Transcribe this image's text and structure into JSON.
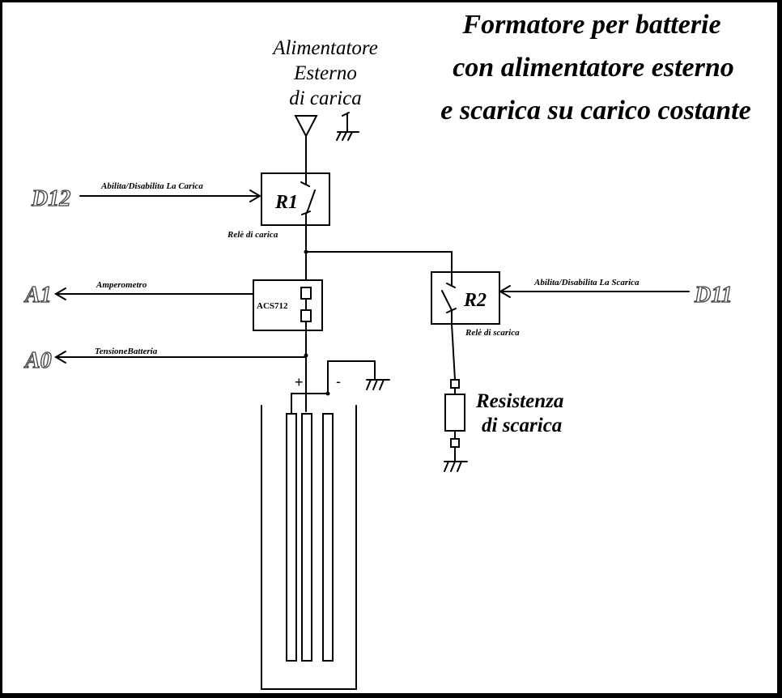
{
  "title": {
    "line1": "Formatore per batterie",
    "line2": "con alimentatore esterno",
    "line3": "e scarica su carico costante"
  },
  "supply": {
    "line1": "Alimentatore",
    "line2": "Esterno",
    "line3": "di carica"
  },
  "relay1": {
    "name": "R1",
    "caption": "Relè di carica",
    "pin": "D12",
    "signal": "Abilita/Disabilita La Carica"
  },
  "relay2": {
    "name": "R2",
    "caption": "Relè di scarica",
    "pin": "D11",
    "signal": "Abilita/Disabilita La Scarica"
  },
  "sensor": {
    "name": "ACS712",
    "pin": "A1",
    "signal": "Amperometro"
  },
  "voltage": {
    "pin": "A0",
    "signal": "TensioneBatteria"
  },
  "battery": {
    "plus": "+",
    "minus": "-"
  },
  "resistor": {
    "line1": "Resistenza",
    "line2": "di scarica"
  }
}
